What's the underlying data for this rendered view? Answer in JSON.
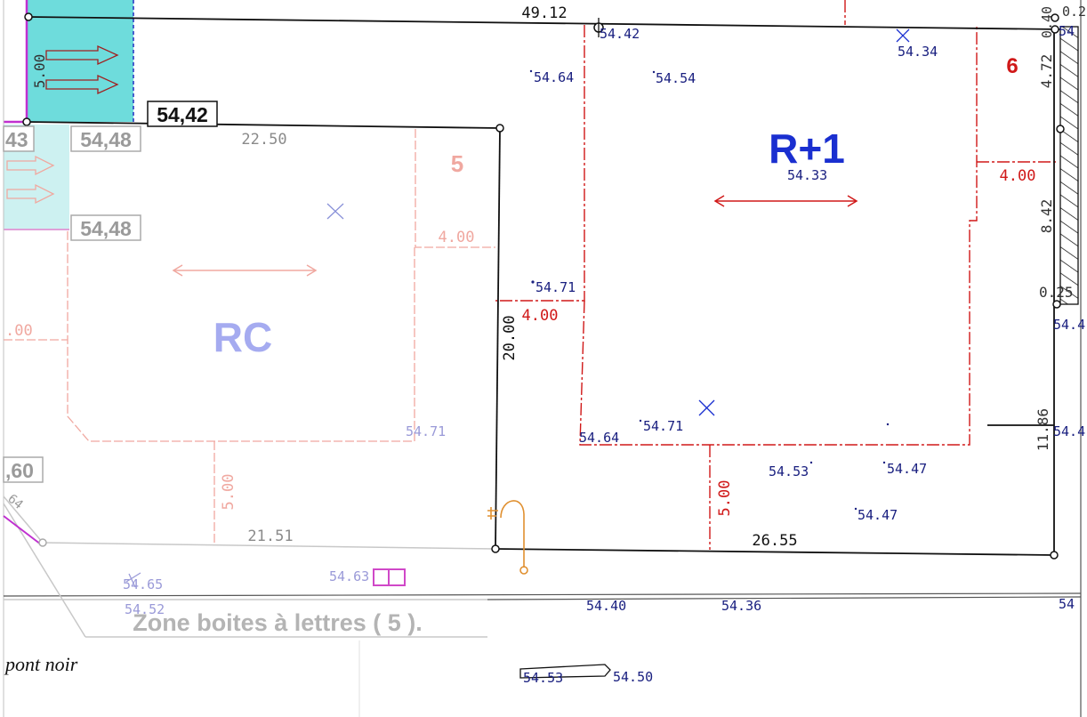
{
  "lots": {
    "lot5": {
      "number": "5",
      "roof_label": "RC",
      "number_color": "#f0a8a0",
      "roof_color": "#a5abf0"
    },
    "lot6": {
      "number": "6",
      "roof_label": "R+1",
      "number_color": "#d01818",
      "roof_color": "#1a2fd0"
    }
  },
  "reference_levels": {
    "main": "54,42",
    "left_top": "54,48",
    "left_mid": "54,48",
    "left_cut_top": "43",
    "left_cut_bottom": ",60"
  },
  "dimensions": {
    "top_boundary": "49.12",
    "lot5_top": "22.50",
    "lot5_bottom": "21.51",
    "lot6_bottom": "26.55",
    "shared_side": "20.00",
    "right_upper": "4.72",
    "right_mid": "8.42",
    "right_lower": "11.86",
    "right_small_a": "0.25",
    "right_small_b": "0.40",
    "right_top_cut": "0.2",
    "setback_lot5_right": "4.00",
    "setback_lot5_left": ".00",
    "setback_lot5_front": "5.00",
    "setback_lot6_left": "4.00",
    "setback_lot6_right": "4.00",
    "setback_lot6_front": "5.00",
    "arrow_strip": "5.00"
  },
  "spot_heights": {
    "lot6": [
      "54.42",
      "54.34",
      "54.64",
      "54.54",
      "54.33",
      "54.71",
      "54.64",
      "54.71",
      "54.53",
      "54.47",
      "54.47"
    ],
    "lot5": [
      "54.71"
    ],
    "street": [
      "54.65",
      "54.52",
      "54.63",
      "54.40",
      "54.36",
      "54.53",
      "54.50"
    ],
    "edge_right": [
      "54.4",
      "54.4",
      "54",
      "54"
    ],
    "edge_left": "64"
  },
  "annotations": {
    "mailbox_zone": "Zone boites à lettres ( 5 ).",
    "pont_noir": "pont noir"
  },
  "colors": {
    "boundary": "#111111",
    "lot6_setback": "#d01818",
    "lot5_setback": "#f0a8a0",
    "lot6_heights": "#1a2080",
    "lot5_heights": "#9a9ad8",
    "water_fill": "#6edcdc",
    "magenta": "#c030d0",
    "orange": "#e09030"
  }
}
